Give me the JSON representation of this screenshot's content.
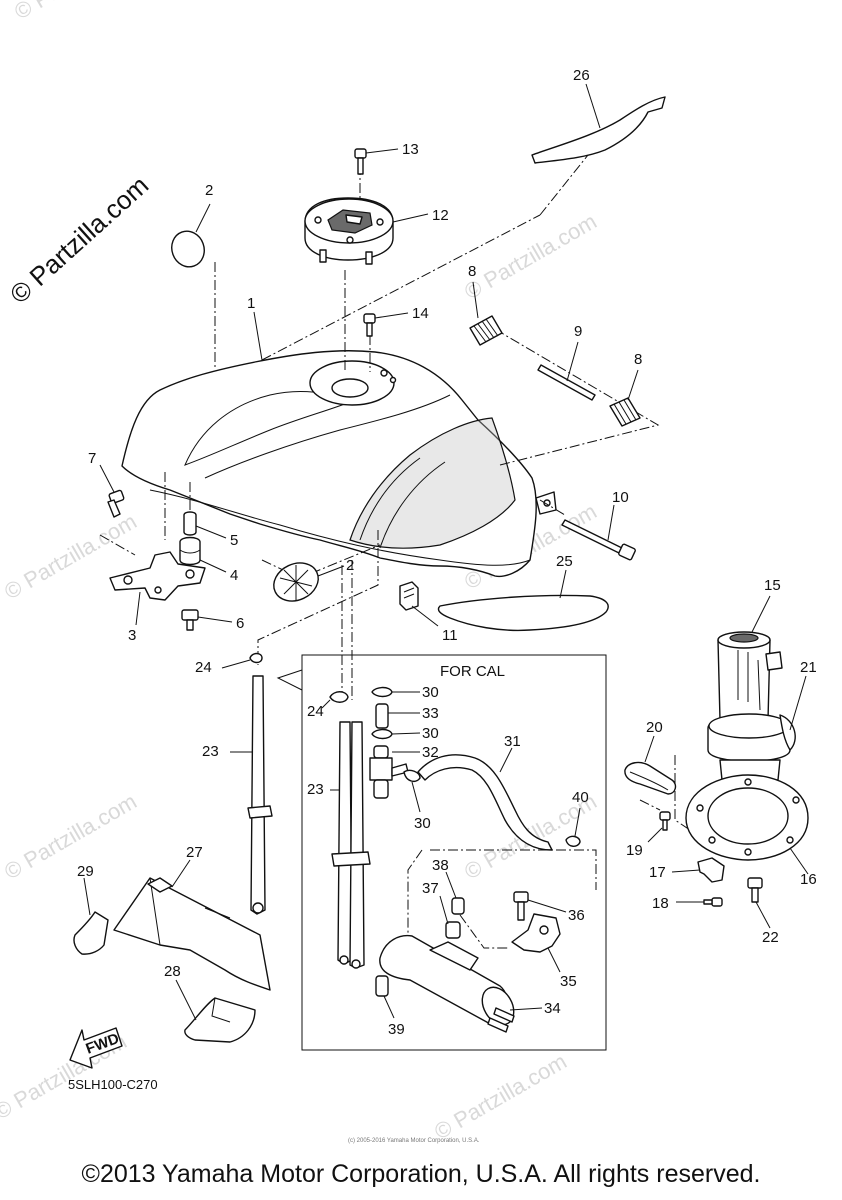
{
  "watermark": {
    "main": "© Partzilla.com",
    "faint": [
      "© Partzilla.com",
      "© Partzilla.com",
      "© Partzilla.com",
      "© Partzilla.com",
      "© Partzilla.com",
      "© Partzilla.com",
      "© Partzilla.com",
      "© Partzilla.com"
    ]
  },
  "callouts": {
    "p1": "1",
    "p2a": "2",
    "p2b": "2",
    "p3": "3",
    "p4": "4",
    "p5": "5",
    "p6": "6",
    "p7": "7",
    "p8a": "8",
    "p8b": "8",
    "p9": "9",
    "p10": "10",
    "p11": "11",
    "p12": "12",
    "p13": "13",
    "p14": "14",
    "p15": "15",
    "p16": "16",
    "p17": "17",
    "p18": "18",
    "p19": "19",
    "p20": "20",
    "p21": "21",
    "p22": "22",
    "p23a": "23",
    "p23b": "23",
    "p24a": "24",
    "p24b": "24",
    "p25": "25",
    "p26": "26",
    "p27": "27",
    "p28": "28",
    "p29": "29",
    "p30a": "30",
    "p30b": "30",
    "p30c": "30",
    "p31": "31",
    "p32": "32",
    "p33": "33",
    "p34": "34",
    "p35": "35",
    "p36": "36",
    "p37": "37",
    "p38": "38",
    "p39": "39",
    "p40": "40"
  },
  "box_label": "FOR CAL",
  "fwd_label": "FWD",
  "drawing_number": "5SLH100-C270",
  "small_print": "(c) 2005-2016 Yamaha Motor Corporation, U.S.A.",
  "copyright": "©2013 Yamaha Motor Corporation, U.S.A. All rights reserved."
}
